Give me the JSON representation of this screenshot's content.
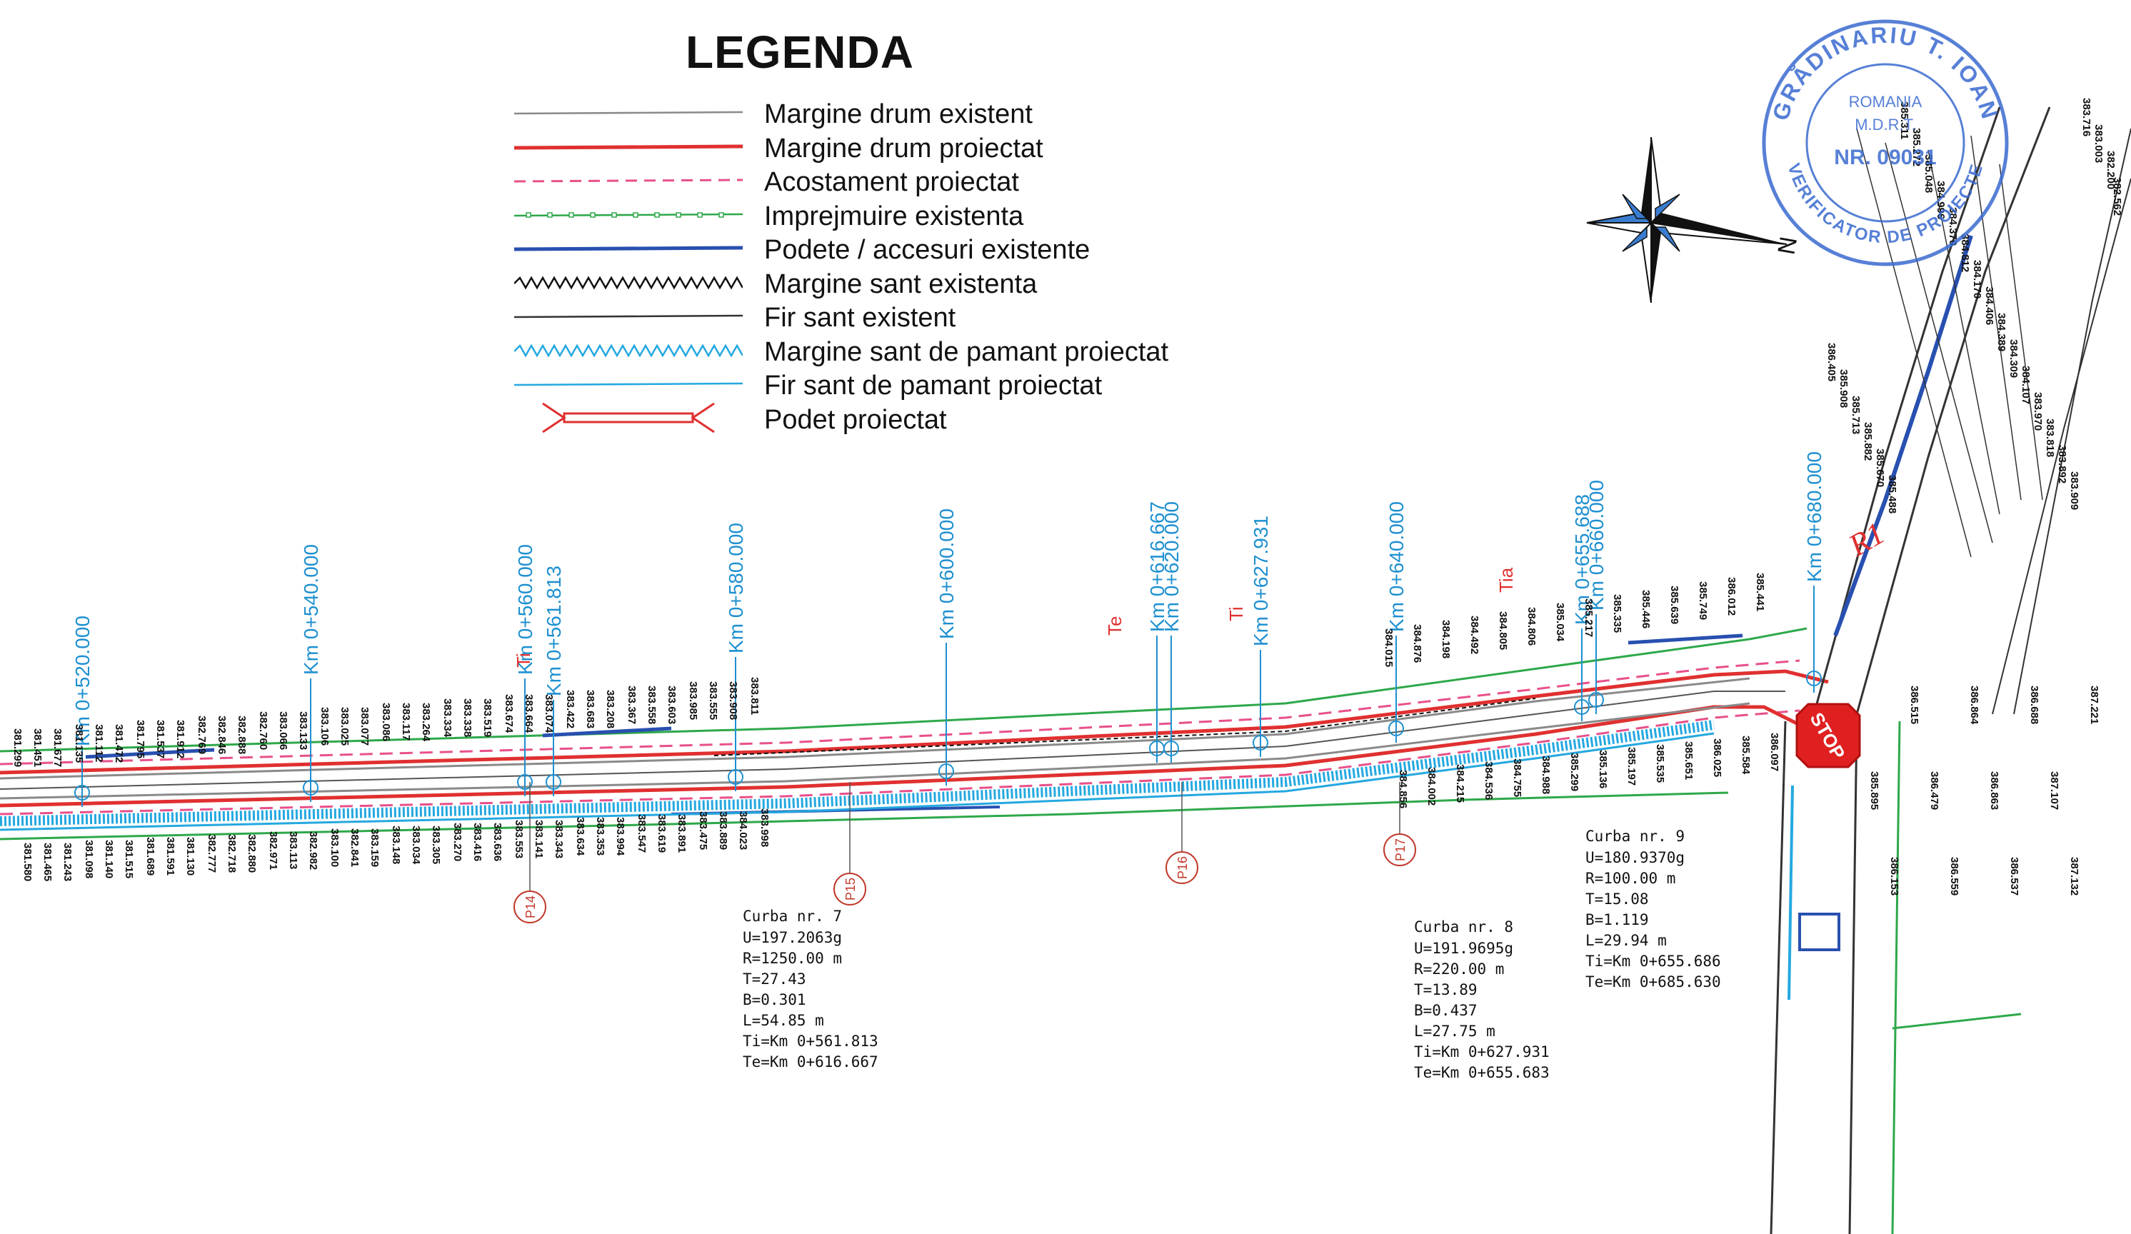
{
  "legend": {
    "title": "LEGENDA",
    "items": [
      {
        "label": "Margine drum existent",
        "color": "#8a8a8a",
        "style": "solid-thin"
      },
      {
        "label": "Margine drum proiectat",
        "color": "#e03030",
        "style": "solid-thick"
      },
      {
        "label": "Acostament proiectat",
        "color": "#e8508a",
        "style": "dashed"
      },
      {
        "label": "Imprejmuire existenta",
        "color": "#2ea84a",
        "style": "fence"
      },
      {
        "label": "Podete / accesuri existente",
        "color": "#2850b0",
        "style": "solid-thick"
      },
      {
        "label": "Margine sant existenta",
        "color": "#111111",
        "style": "zigzag"
      },
      {
        "label": "Fir sant existent",
        "color": "#333333",
        "style": "solid-thin"
      },
      {
        "label": "Margine sant de pamant proiectat",
        "color": "#24a8e0",
        "style": "zigzag"
      },
      {
        "label": "Fir sant de pamant proiectat",
        "color": "#24a8e0",
        "style": "solid-thin"
      },
      {
        "label": "Podet proiectat",
        "color": "#e03030",
        "style": "culvert"
      }
    ]
  },
  "stamp": {
    "name": "GRĂDINARIU T. IOAN",
    "country": "ROMANIA",
    "ministry": "M.D.R.T.",
    "number": "NR. 09031",
    "role": "VERIFICATOR DE PROIECTE",
    "color": "#3a6ad0"
  },
  "chainage": [
    {
      "label": "Km 0+520.000"
    },
    {
      "label": "Km 0+540.000"
    },
    {
      "label": "Km 0+560.000"
    },
    {
      "label": "Km 0+561.813"
    },
    {
      "label": "Km 0+580.000"
    },
    {
      "label": "Km 0+600.000"
    },
    {
      "label": "Km 0+616.667"
    },
    {
      "label": "Km 0+620.000"
    },
    {
      "label": "Km 0+627.931"
    },
    {
      "label": "Km 0+640.000"
    },
    {
      "label": "Km 0+655.688"
    },
    {
      "label": "Km 0+660.000"
    },
    {
      "label": "Km 0+680.000"
    }
  ],
  "point_marks": [
    {
      "label": "Ti"
    },
    {
      "label": "Te"
    },
    {
      "label": "Ti"
    },
    {
      "label": "Tia"
    }
  ],
  "profile_points": [
    {
      "label": "P14"
    },
    {
      "label": "P15"
    },
    {
      "label": "P16"
    },
    {
      "label": "P17"
    }
  ],
  "curves": [
    {
      "title": "Curba nr. 7",
      "lines": [
        "U=197.2063g",
        "R=1250.00 m",
        "T=27.43",
        "B=0.301",
        "L=54.85 m",
        "Ti=Km 0+561.813",
        "Te=Km 0+616.667"
      ]
    },
    {
      "title": "Curba nr. 8",
      "lines": [
        "U=191.9695g",
        "R=220.00 m",
        "T=13.89",
        "B=0.437",
        "L=27.75 m",
        "Ti=Km 0+627.931",
        "Te=Km 0+655.683"
      ]
    },
    {
      "title": "Curba nr. 9",
      "lines": [
        "U=180.9370g",
        "R=100.00 m",
        "T=15.08",
        "B=1.119",
        "L=29.94 m",
        "Ti=Km 0+655.686",
        "Te=Km 0+685.630"
      ]
    }
  ],
  "elevations_left": [
    "381.299",
    "381.580",
    "381.451",
    "381.465",
    "381.677",
    "381.243",
    "381.135",
    "381.098",
    "381.112",
    "381.140",
    "381.472",
    "381.515",
    "381.795",
    "381.689",
    "381.537",
    "381.591",
    "381.912",
    "381.130",
    "382.769",
    "382.777",
    "382.846",
    "382.718",
    "382.888",
    "382.880",
    "382.760",
    "382.971",
    "383.066",
    "383.113",
    "383.133",
    "382.982",
    "383.106",
    "383.100",
    "383.025",
    "382.841",
    "383.077",
    "383.159",
    "383.086",
    "383.148",
    "383.117",
    "383.034",
    "383.264",
    "383.305",
    "383.334",
    "383.270",
    "383.338",
    "383.416",
    "383.519",
    "383.636",
    "383.674",
    "383.553",
    "383.664",
    "383.141",
    "383.074",
    "383.343",
    "383.422",
    "383.634",
    "383.683",
    "383.353",
    "383.208",
    "383.994",
    "383.367",
    "383.547",
    "383.558",
    "383.619",
    "383.603",
    "383.891",
    "383.985",
    "383.475",
    "383.555",
    "383.889",
    "383.908",
    "384.023",
    "383.811",
    "383.998"
  ],
  "elevations_right": [
    "384.015",
    "384.856",
    "384.876",
    "384.002",
    "384.198",
    "384.215",
    "384.492",
    "384.536",
    "384.805",
    "384.755",
    "384.806",
    "384.988",
    "385.034",
    "385.299",
    "385.217",
    "385.136",
    "385.335",
    "385.197",
    "385.446",
    "385.535",
    "385.639",
    "385.651",
    "385.749",
    "386.025",
    "386.012",
    "385.584",
    "385.441",
    "386.097",
    "385.895",
    "386.153",
    "386.515",
    "386.479",
    "386.559",
    "386.864",
    "386.863",
    "386.537",
    "386.688",
    "387.107",
    "387.132",
    "387.221",
    "386.405",
    "385.908",
    "385.713",
    "385.882",
    "385.670",
    "385.488",
    "385.311",
    "385.272",
    "385.048",
    "384.996",
    "384.370",
    "384.812",
    "384.170",
    "384.406",
    "384.389",
    "384.309",
    "384.107",
    "383.970",
    "383.818",
    "383.892",
    "383.909",
    "383.716",
    "383.003",
    "382.200",
    "382.562"
  ],
  "signs": {
    "stop": "STOP"
  },
  "handwritten": {
    "tag": "R1"
  },
  "colors": {
    "existing_edge": "#8a8a8a",
    "design_edge": "#e03030",
    "shoulder": "#e8508a",
    "fence": "#2ea84a",
    "culvert_existing": "#2850b0",
    "ditch_design": "#24a8e0",
    "chainage_text": "#1e90d0",
    "profile_mark": "#c0392b"
  }
}
